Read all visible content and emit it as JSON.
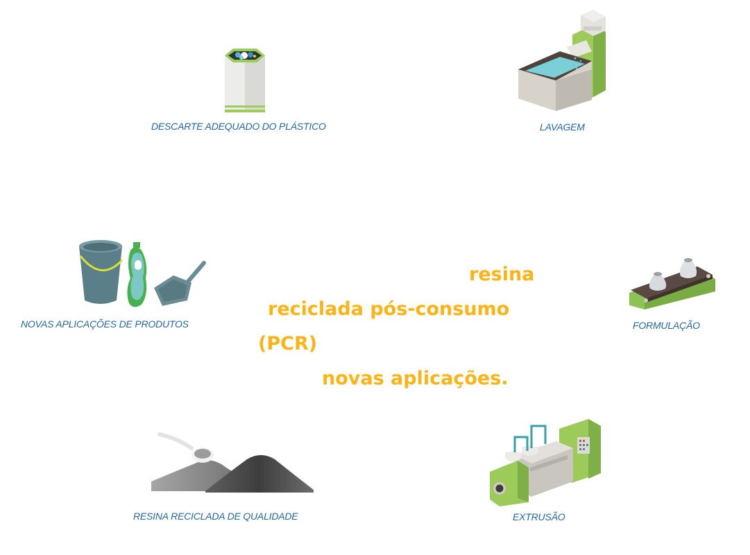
{
  "diagram": {
    "type": "recycling-cycle",
    "steps": [
      {
        "id": "descarte",
        "label": "DESCARTE ADEQUADO DO PLÁSTICO",
        "icon": "recycling-bin-icon"
      },
      {
        "id": "lavagem",
        "label": "LAVAGEM",
        "icon": "washing-tank-icon"
      },
      {
        "id": "formulacao",
        "label": "FORMULAÇÃO",
        "icon": "conveyor-belt-icon"
      },
      {
        "id": "extrusao",
        "label": "EXTRUSÃO",
        "icon": "extruder-machine-icon"
      },
      {
        "id": "resina",
        "label": "RESINA RECICLADA DE QUALIDADE",
        "icon": "resin-pellets-pile-icon"
      },
      {
        "id": "novas",
        "label": "NOVAS APLICAÇÕES DE PRODUTOS",
        "icon": "plastic-products-icon"
      }
    ],
    "center": {
      "line1": "resina",
      "line2": "reciclada pós-consumo",
      "line3": "(PCR)",
      "line4": "novas aplicações."
    },
    "colors": {
      "label": "#2267a6",
      "highlight": "#fcb316",
      "accent_green": "#9ccb5a",
      "background": "#ffffff"
    }
  }
}
